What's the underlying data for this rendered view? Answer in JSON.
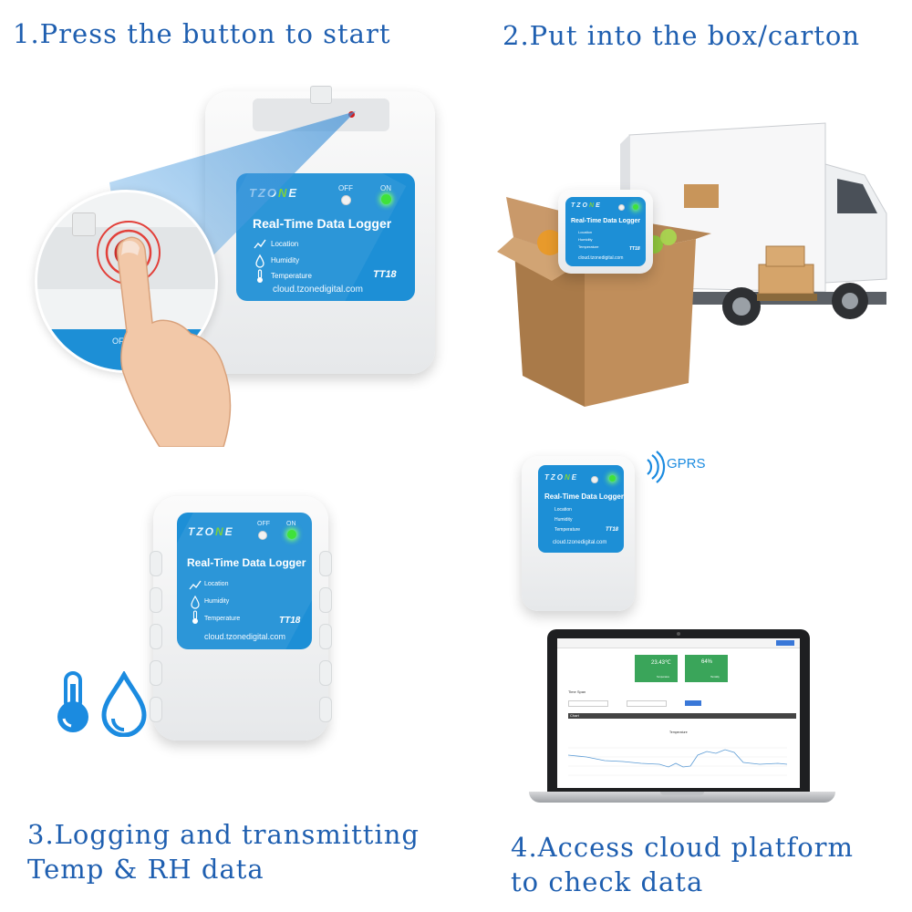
{
  "steps": {
    "step1": "1.Press the button to start",
    "step2": "2.Put into the box/carton",
    "step3_line1": "3.Logging and transmitting",
    "step3_line2": "Temp & RH data",
    "step4_line1": "4.Access cloud platform",
    "step4_line2": "to check data"
  },
  "device": {
    "brand": "TZONE",
    "off_label": "OFF",
    "on_label": "ON",
    "title": "Real-Time Data Logger",
    "features": [
      "Location",
      "Humidity",
      "Temperature"
    ],
    "model": "TT18",
    "url": "cloud.tzonedigital.com"
  },
  "signal": {
    "label": "GPRS"
  },
  "dashboard": {
    "temperature_value": "23.43℃",
    "humidity_value": "64%",
    "temperature_label": "Temperature",
    "humidity_label": "Humidity",
    "time_span_label": "Time Span",
    "chart_label": "Chart",
    "chart_title": "Temperature"
  },
  "colors": {
    "step_text": "#1f5fb0",
    "panel_blue": "#1d8fd6",
    "led_on": "#3fe23a",
    "tile_green": "#3aa55a",
    "icon_blue": "#1b8be0",
    "cardboard": "#b98a5a"
  },
  "icons": [
    "location-icon",
    "humidity-icon",
    "temperature-icon",
    "thermometer-icon",
    "water-drop-icon",
    "wifi-signal-icon"
  ]
}
